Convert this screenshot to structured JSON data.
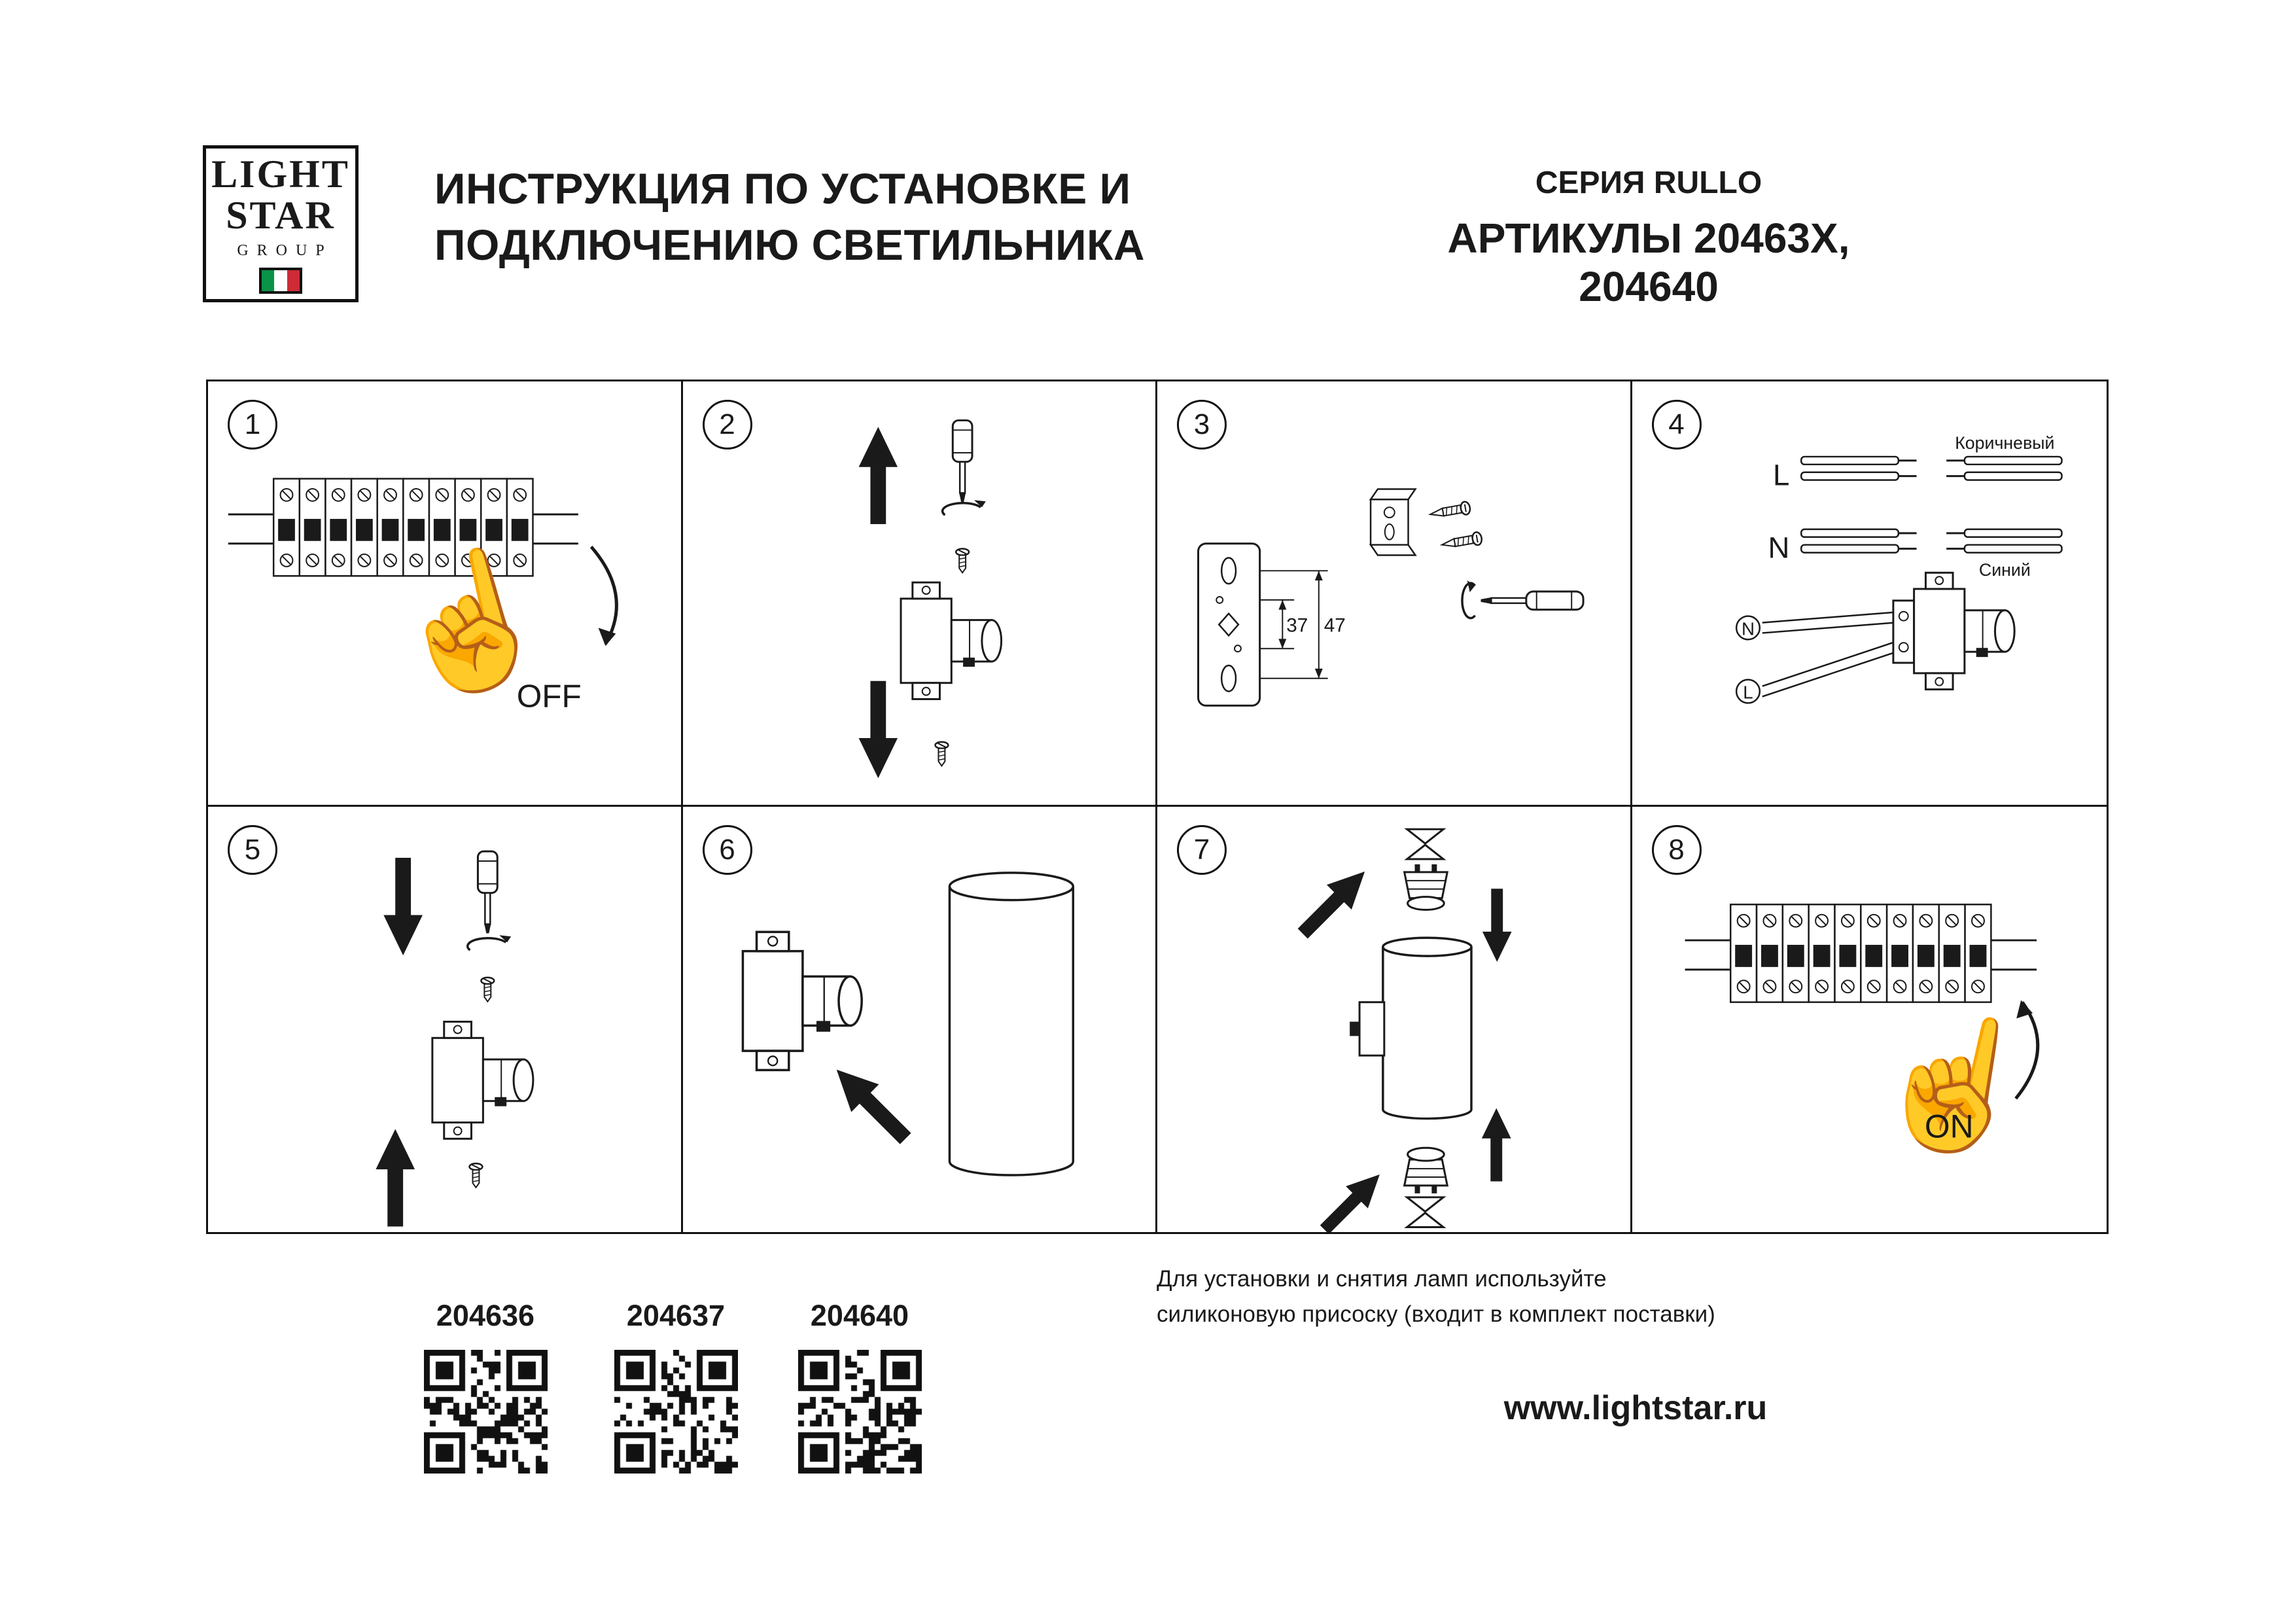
{
  "header": {
    "logo_light": "LIGHT",
    "logo_star": "STAR",
    "logo_group": "GROUP",
    "title1": "ИНСТРУКЦИЯ ПО УСТАНОВКЕ И",
    "title2": "ПОДКЛЮЧЕНИЮ СВЕТИЛЬНИКА",
    "series": "СЕРИЯ RULLO",
    "articles": "АРТИКУЛЫ 20463X, 204640",
    "flag_colors": {
      "green": "#0a9247",
      "white": "#ffffff",
      "red": "#ce2b37"
    }
  },
  "steps": [
    {
      "num": "1",
      "off": "OFF"
    },
    {
      "num": "2"
    },
    {
      "num": "3",
      "d37": "37",
      "d47": "47"
    },
    {
      "num": "4",
      "l": "L",
      "n": "N",
      "brown": "Коричневый",
      "blue": "Синий",
      "nc": "N",
      "lc": "L"
    },
    {
      "num": "5"
    },
    {
      "num": "6"
    },
    {
      "num": "7"
    },
    {
      "num": "8",
      "on": "ON"
    }
  ],
  "glyphs": {
    "hand": "☝"
  },
  "footer": {
    "qr": [
      {
        "code": "204636"
      },
      {
        "code": "204637"
      },
      {
        "code": "204640"
      }
    ],
    "note1": "Для установки и снятия ламп используйте",
    "note2": "силиконовую присоску (входит в комплект поставки)",
    "site": "www.lightstar.ru"
  }
}
